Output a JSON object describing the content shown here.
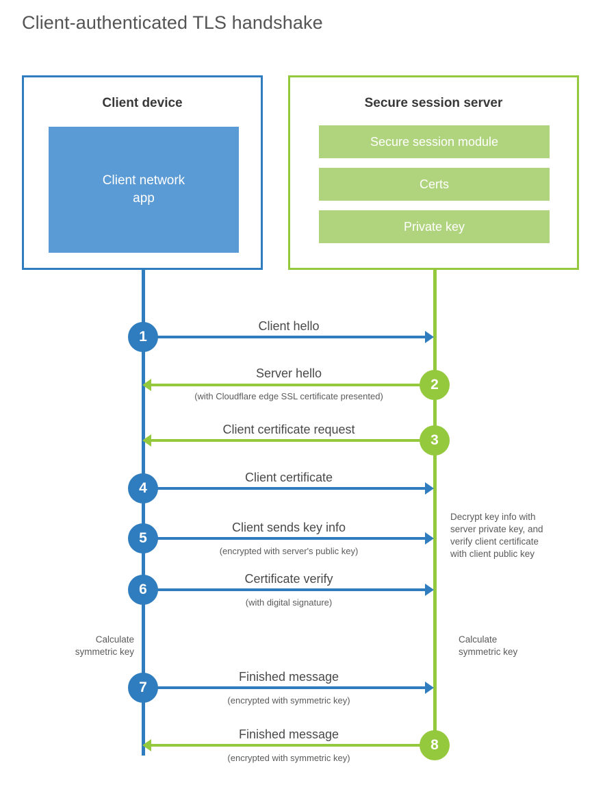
{
  "title": "Client-authenticated TLS handshake",
  "colors": {
    "blue": "#2f7dbf",
    "blue_fill": "#5b9bd5",
    "green": "#95c93d",
    "green_fill": "#b0d47e",
    "text": "#494949",
    "title_text": "#545454"
  },
  "parties": {
    "client": {
      "title": "Client device",
      "app_label": "Client network\napp"
    },
    "server": {
      "title": "Secure session server",
      "rows": [
        {
          "label": "Secure session module"
        },
        {
          "label": "Certs"
        },
        {
          "label": "Private key"
        }
      ]
    }
  },
  "steps": [
    {
      "number": "1",
      "side": "client",
      "direction": "client-to-server",
      "label": "Client hello",
      "sub": ""
    },
    {
      "number": "2",
      "side": "server",
      "direction": "server-to-client",
      "label": "Server hello",
      "sub": "(with Cloudflare edge SSL certificate presented)"
    },
    {
      "number": "3",
      "side": "server",
      "direction": "server-to-client",
      "label": "Client certificate request",
      "sub": ""
    },
    {
      "number": "4",
      "side": "client",
      "direction": "client-to-server",
      "label": "Client certificate",
      "sub": ""
    },
    {
      "number": "5",
      "side": "client",
      "direction": "client-to-server",
      "label": "Client sends key info",
      "sub": "(encrypted with server's public key)"
    },
    {
      "number": "6",
      "side": "client",
      "direction": "client-to-server",
      "label": "Certificate verify",
      "sub": "(with digital signature)"
    },
    {
      "number": "7",
      "side": "client",
      "direction": "client-to-server",
      "label": "Finished message",
      "sub": "(encrypted with symmetric key)"
    },
    {
      "number": "8",
      "side": "server",
      "direction": "server-to-client",
      "label": "Finished message",
      "sub": "(encrypted with symmetric key)"
    }
  ],
  "annotations": {
    "server_decrypt": "Decrypt key info with server private key, and verify client certificate with client public key",
    "server_decrypt_lines": [
      "Decrypt key info with",
      "server private key, and",
      "verify client certificate",
      "with client public key"
    ],
    "client_calculate_lines": [
      "Calculate",
      "symmetric key"
    ],
    "server_calculate_lines": [
      "Calculate",
      "symmetric key"
    ]
  }
}
